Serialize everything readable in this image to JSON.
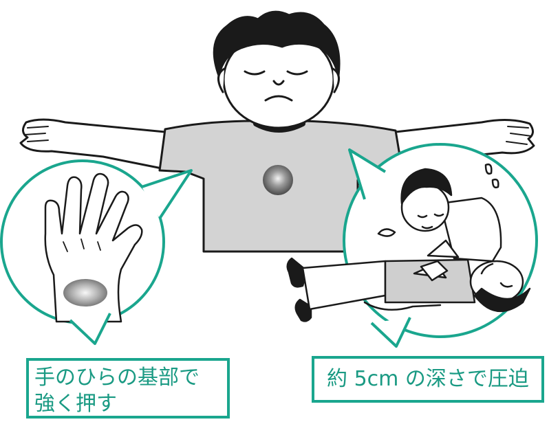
{
  "captions": {
    "palm": [
      "手のひらの基部で",
      "強く押す"
    ],
    "depth": "約 5cm の深さで圧迫"
  },
  "colors": {
    "accent": "#1aa68e",
    "shirt": "#d3d3d3",
    "line": "#1a1a1a",
    "press_point": "#777777"
  },
  "icons": {
    "subject": "lying-person",
    "palm": "hand-palm",
    "rescuer": "kneeling-rescuer"
  }
}
